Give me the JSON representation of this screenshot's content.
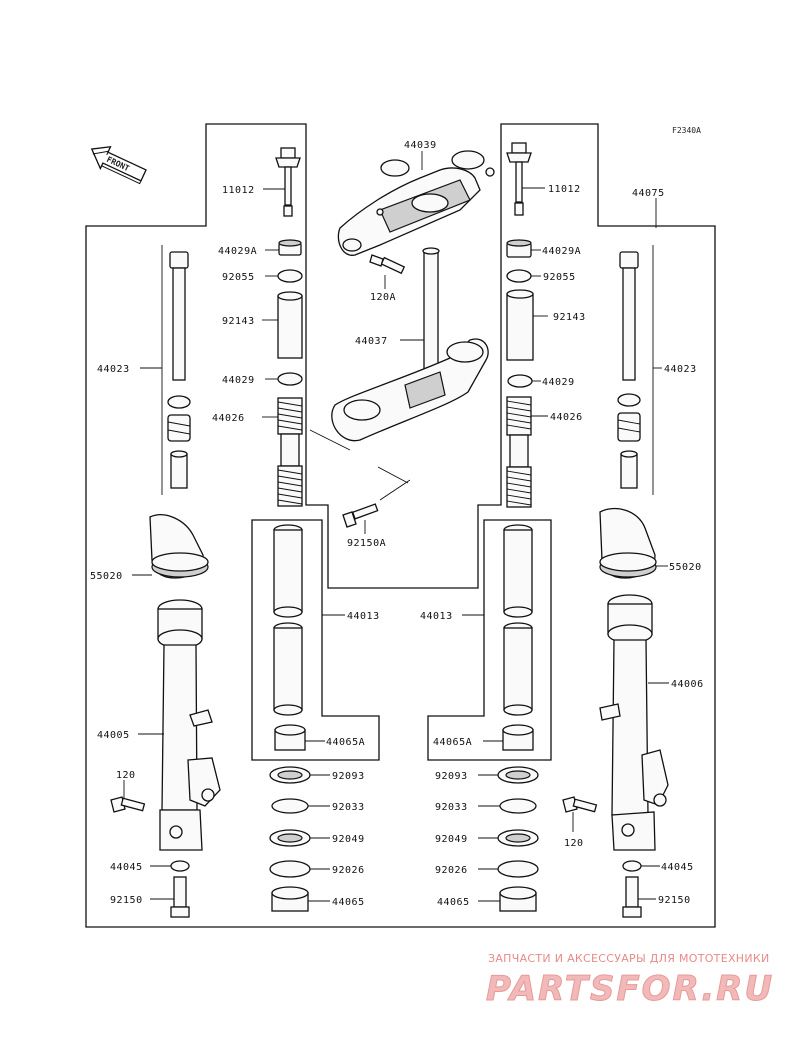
{
  "figure_code": "F2340A",
  "front_label": "FRONT",
  "labels": {
    "p44039": "44039",
    "p11012_l": "11012",
    "p11012_r": "11012",
    "p44075": "44075",
    "p44029A_l": "44029A",
    "p44029A_r": "44029A",
    "p92055_l": "92055",
    "p92055_r": "92055",
    "p120A": "120A",
    "p92143_l": "92143",
    "p92143_r": "92143",
    "p44037": "44037",
    "p44023_l": "44023",
    "p44023_r": "44023",
    "p44029_l": "44029",
    "p44029_r": "44029",
    "p44026_l": "44026",
    "p44026_r": "44026",
    "p92150A": "92150A",
    "p55020_l": "55020",
    "p55020_r": "55020",
    "p44013_l": "44013",
    "p44013_r": "44013",
    "p44006": "44006",
    "p44005": "44005",
    "p44065A_l": "44065A",
    "p44065A_r": "44065A",
    "p120_l": "120",
    "p120_r": "120",
    "p92093_l": "92093",
    "p92093_r": "92093",
    "p92033_l": "92033",
    "p92033_r": "92033",
    "p92049_l": "92049",
    "p92049_r": "92049",
    "p44045_l": "44045",
    "p44045_r": "44045",
    "p92026_l": "92026",
    "p92026_r": "92026",
    "p92150_l": "92150",
    "p92150_r": "92150",
    "p44065_l": "44065",
    "p44065_r": "44065"
  },
  "watermark": {
    "tagline": "ЗАПЧАСТИ И АКСЕССУАРЫ ДЛЯ МОТОТЕХНИКИ",
    "brand": "PARTSFOR.RU"
  }
}
